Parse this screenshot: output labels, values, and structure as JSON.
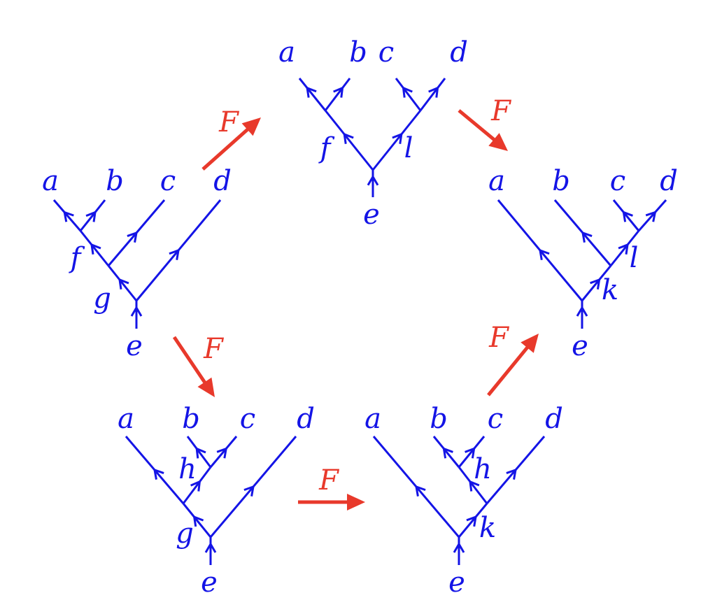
{
  "colors": {
    "tree": "#1414e6",
    "arrow": "#e8392b"
  },
  "arrow_label": "F",
  "trees": [
    {
      "id": "left",
      "leaves": [
        "a",
        "b",
        "c",
        "d"
      ],
      "root": "e",
      "internal": [
        "f",
        "g"
      ]
    },
    {
      "id": "top",
      "leaves": [
        "a",
        "b",
        "c",
        "d"
      ],
      "root": "e",
      "internal": [
        "f",
        "l"
      ]
    },
    {
      "id": "right",
      "leaves": [
        "a",
        "b",
        "c",
        "d"
      ],
      "root": "e",
      "internal": [
        "l",
        "k"
      ]
    },
    {
      "id": "bottom-left",
      "leaves": [
        "a",
        "b",
        "c",
        "d"
      ],
      "root": "e",
      "internal": [
        "h",
        "g"
      ]
    },
    {
      "id": "bottom-right",
      "leaves": [
        "a",
        "b",
        "c",
        "d"
      ],
      "root": "e",
      "internal": [
        "h",
        "k"
      ]
    }
  ],
  "arrows": [
    {
      "from": "left",
      "to": "top"
    },
    {
      "from": "top",
      "to": "right"
    },
    {
      "from": "left",
      "to": "bottom-left"
    },
    {
      "from": "bottom-left",
      "to": "bottom-right"
    },
    {
      "from": "bottom-right",
      "to": "right"
    }
  ]
}
